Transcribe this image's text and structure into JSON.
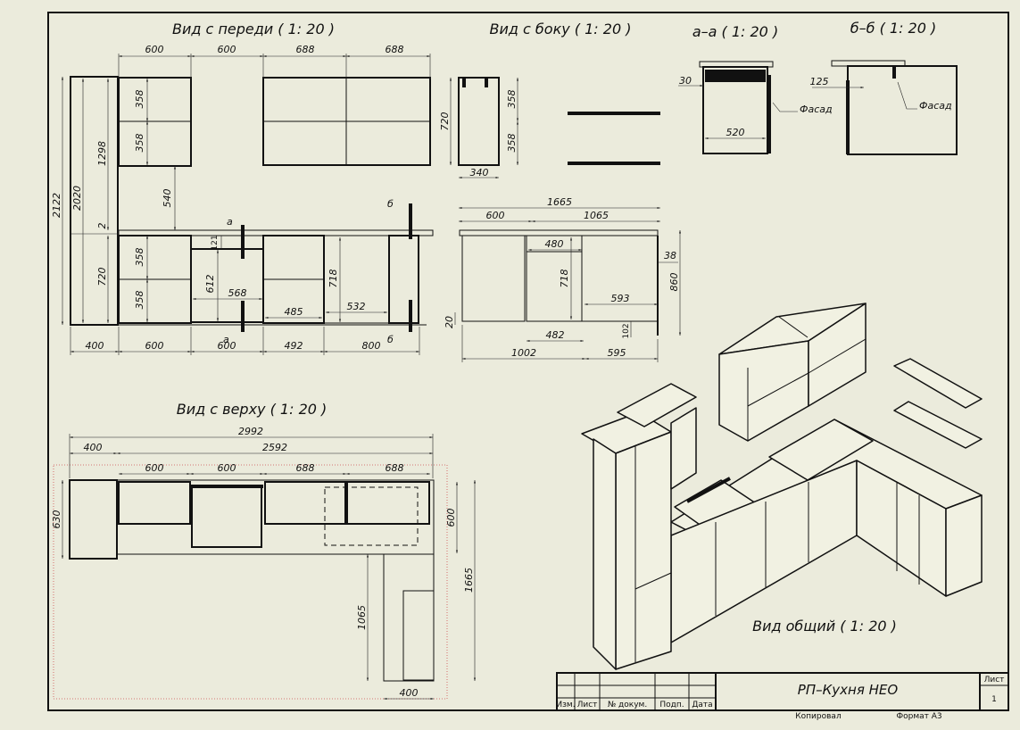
{
  "views": {
    "front": "Вид с переди ( 1: 20 )",
    "side": "Вид с боку ( 1: 20 )",
    "section_aa": "a–a ( 1: 20 )",
    "section_bb": "б–б ( 1: 20 )",
    "top": "Вид с верху ( 1: 20 )",
    "general": "Вид общий ( 1: 20 )"
  },
  "front_dims": {
    "top_600a": "600",
    "top_600b": "600",
    "top_688a": "688",
    "top_688b": "688",
    "h2122": "2122",
    "h2020": "2020",
    "h1298": "1298",
    "h2": "2",
    "h720": "720",
    "h358a": "358",
    "h358b": "358",
    "h540": "540",
    "h358c": "358",
    "h358d": "358",
    "h121": "121",
    "h612": "612",
    "w568": "568",
    "h718": "718",
    "w485": "485",
    "w532": "532",
    "b400": "400",
    "b600a": "600",
    "b600b": "600",
    "b492": "492",
    "b800": "800",
    "mark_a1": "a",
    "mark_a2": "a",
    "mark_b1": "б",
    "mark_b2": "б"
  },
  "side_dims": {
    "h720": "720",
    "h358a": "358",
    "h358b": "358",
    "w340": "340",
    "w1665": "1665",
    "w600": "600",
    "w1065": "1065",
    "w480": "480",
    "w38": "38",
    "h718": "718",
    "h860": "860",
    "w593": "593",
    "h20": "20",
    "w482": "482",
    "h102": "102",
    "w1002": "1002",
    "w595": "595"
  },
  "section_dims": {
    "a30": "30",
    "a520": "520",
    "a_label": "Фасад",
    "b125": "125",
    "b_label": "Фасад"
  },
  "top_dims": {
    "w2992": "2992",
    "w400": "400",
    "w2592": "2592",
    "w600a": "600",
    "w600b": "600",
    "w688a": "688",
    "w688b": "688",
    "h630": "630",
    "h600": "600",
    "h1065": "1065",
    "h1665": "1665",
    "b400": "400"
  },
  "title_block": {
    "title": "РП–Кухня НЕО",
    "sheet_label": "Лист",
    "sheet_no": "1",
    "col_izm": "Изм.",
    "col_list": "Лист",
    "col_doc": "№ докум.",
    "col_sign": "Подп.",
    "col_date": "Дата",
    "copied": "Копировал",
    "format": "Формат А3"
  }
}
